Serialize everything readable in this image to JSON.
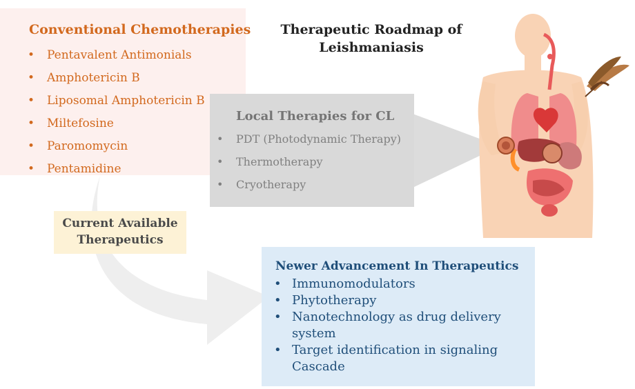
{
  "title": "Therapeutic Roadmap of Leishmaniasis",
  "conventional": {
    "title": "Conventional Chemotherapies",
    "items": [
      "Pentavalent Antimonials",
      "Amphotericin B",
      "Liposomal Amphotericin B",
      "Miltefosine",
      "Paromomycin",
      "Pentamidine"
    ]
  },
  "local": {
    "title": "Local Therapies for CL",
    "items": [
      "PDT (Photodynamic Therapy)",
      "Thermotherapy",
      "Cryotherapy"
    ]
  },
  "current": {
    "label": "Current Available Therapeutics"
  },
  "newer": {
    "title": "Newer Advancement In Therapeutics",
    "items": [
      "Immunomodulators",
      "Phytotherapy",
      "Nanotechnology as drug delivery system",
      "Target identification in signaling Cascade"
    ]
  },
  "bullet": "•",
  "colors": {
    "conventional_text": "#d2691e",
    "conventional_bg": "#fdf0ee",
    "local_bg": "#d9d9d9",
    "current_bg": "#fdf2d6",
    "newer_bg": "#ddebf7",
    "newer_text": "#1f4e79"
  }
}
